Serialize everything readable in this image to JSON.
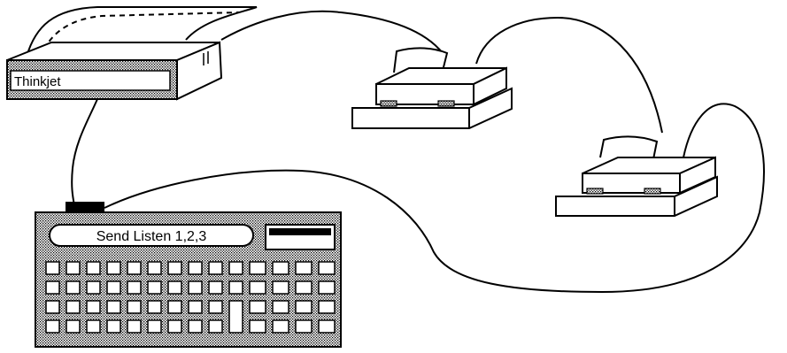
{
  "printer": {
    "label": "Thinkjet"
  },
  "computer": {
    "display_text": "Send Listen 1,2,3",
    "keyboard": {
      "rows": 4,
      "keys_per_row": 14
    }
  },
  "devices": {
    "instrument_count": 2
  },
  "colors": {
    "ink": "#000000",
    "paper": "#ffffff"
  }
}
